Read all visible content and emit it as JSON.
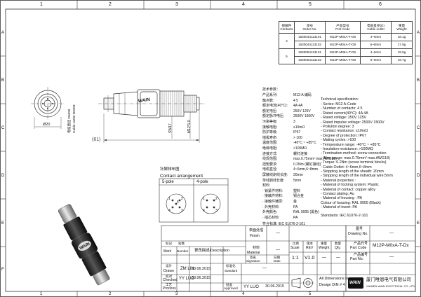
{
  "frame": {
    "columns": [
      "1",
      "2",
      "3",
      "4",
      "5",
      "6"
    ],
    "rows": [
      "A",
      "B",
      "C",
      "D",
      "E",
      "F"
    ]
  },
  "order_table": {
    "headers": [
      {
        "cn": "接触件",
        "en": "Contacts"
      },
      {
        "cn": "单号",
        "en": "Order No."
      },
      {
        "cn": "产品型号",
        "en": "Port Code"
      },
      {
        "cn": "电缆直径(D)",
        "en": "Cable outlet"
      },
      {
        "cn": "重量",
        "en": "Weight"
      }
    ],
    "rows": [
      {
        "contacts": "4",
        "order_no": "1630044113101",
        "code": "M12P-M04A-T-D6",
        "cable": "4~6mm",
        "weight": "18.1g"
      },
      {
        "contacts": "",
        "order_no": "1630044113102",
        "code": "M12P-M04A-T-D8",
        "cable": "6~8mm",
        "weight": "17.9g"
      },
      {
        "contacts": "5",
        "order_no": "1630054113101",
        "code": "M12P-M05A-T-D6",
        "cable": "4~6mm",
        "weight": "19.9g"
      },
      {
        "contacts": "",
        "order_no": "1630054113102",
        "code": "M12P-M05A-T-D8",
        "cable": "6~8mm",
        "weight": "19.7g"
      }
    ]
  },
  "drawing": {
    "dim_dia": "Ø20",
    "dim_sw": "SW17",
    "dim_thread": "M12*1.0",
    "dim_len": "(61)",
    "side_label_cn": "电缆直径 D6/D8",
    "side_label_en": "Cable outlet D6/D8",
    "brand": "WAIN"
  },
  "specs_cn": {
    "title": "技术参数：",
    "rows": [
      {
        "label": "产品系列:",
        "value": "M12-A 编码"
      },
      {
        "label": "触点数:",
        "value": "4            5"
      },
      {
        "label": "额定电流(40°C):",
        "value": "4A           4A"
      },
      {
        "label": "额定电压:",
        "value": "250V         125V"
      },
      {
        "label": "额定脉冲电压:",
        "value": "2500V        1500V"
      },
      {
        "label": "污染等级:",
        "value": "3"
      },
      {
        "label": "接触电阻:",
        "value": "≤10mΩ"
      },
      {
        "label": "防护等级:",
        "value": "IP67"
      },
      {
        "label": "插拔寿命:",
        "value": "> 100"
      },
      {
        "label": "温度范围:",
        "value": "-40°C ~ +85°C"
      },
      {
        "label": "绝缘电阻:",
        "value": ">100MΩ"
      },
      {
        "label": "连接方式:",
        "value": "螺钉连接"
      },
      {
        "label": "线规范围:",
        "value": "max.0.75mm² max.AWG18)"
      },
      {
        "label": "扭矩要求:",
        "value": "0.2Nm (螺钉接线)"
      },
      {
        "label": "电缆直径:",
        "value": "4~6mm,6~8mm"
      },
      {
        "label": "屏蔽线剥线长度:",
        "value": "20mm"
      },
      {
        "label": "单线剥线长度:",
        "value": "5mm"
      },
      {
        "label": "材料:",
        "value": ""
      },
      {
        "label": "· 锁紧件材料:",
        "value": "塑料"
      },
      {
        "label": "· 接触件材料:",
        "value": "铜合金"
      },
      {
        "label": "· 接触件镀层:",
        "value": "金"
      },
      {
        "label": "· 外壳材料:",
        "value": "PA"
      },
      {
        "label": "  外壳颜色:",
        "value": "RAL 9005 (黑色)"
      },
      {
        "label": "· 插芯材料:",
        "value": "PA"
      }
    ],
    "standard": "符合标准: IEC 61076-2-101"
  },
  "specs_en": {
    "title": "Technical specification:",
    "rows": [
      "- Series: M12 A-Code",
      "- Number of contacts:   4         5",
      "- Rated current(40°C):      4A        4A",
      "- Rated voltage:               250V      125V",
      "- Rated impulse voltage:   2500V    1500V",
      "- Pollution degree: 3",
      "- Contact resistance: ≤10mΩ",
      "- Degree of protection: IP67",
      "- Mating cycles: >100",
      "- Temperature range: -40°C ~ +85°C",
      "- Insulation resistance: >100MΩ",
      "- Termination method: screw connection",
      "- Wire gauge: max.0.75mm² max.AWG18)",
      "- Torque: 0.2Nm (screw terminal blocks)",
      "- Cable Outlet: 4~6mm,6~8mm",
      "- Stripping length of the sheath: 20mm",
      "- Stripping length of the individual wire:5mm",
      "- Material properties :",
      "  - Material of locking system: Plastic",
      "  - Material of contact: copper alloy",
      "  - Contact plating: Au",
      "  - Material of housing : PA",
      "    Colour of housing: RAL 9005 (Black)",
      "  - Material of insert: PA"
    ],
    "standard": "Standards: IEC 61076-2-101"
  },
  "contact": {
    "title_cn": "针脚排布图",
    "title_en": "Contact arrangement",
    "label5": "5-pole",
    "label4": "4-pole"
  },
  "title_block": {
    "drawing_no_label": "图号",
    "drawing_no_label_en": "Drawing No.",
    "drawing_no_value": "—",
    "part_code_label": "产品代号",
    "part_code_label_en": "Part Code",
    "part_code_value": "M12P-M0xA-T-Dx",
    "part_no_label": "产品编号",
    "part_no_label_en": "Part No.",
    "part_no_value": "—",
    "finish_label": "表面处理",
    "finish_label_en": "Finish",
    "finish_value": "—",
    "material_label": "材料",
    "material_label_en": "Material",
    "material_value": "—",
    "mark_label": "标记",
    "mark_label_en": "Mark",
    "number_label": "处数",
    "number_label_en": "Number",
    "desc_label": "更改描述/Description",
    "sig_label": "签名",
    "sig_label_en": "Signature",
    "date_label": "日期",
    "date_label_en": "Date",
    "drawn_label": "设计",
    "drawn_label_en": "Drawn",
    "drawn_name": "ZM LIN",
    "drawn_date": "30.06.2015",
    "checked_label": "校对",
    "checked_label_en": "Checked",
    "checked_name": "YY LUO",
    "checked_date": "30.06.2015",
    "process_label": "工艺",
    "process_label_en": "Process",
    "approved_label": "批准",
    "approved_label_en": "Approved",
    "approved_name": "YY LUO",
    "approved_date": "30.06.2015",
    "std_label": "标准化",
    "std_label_en": "Standard",
    "scale_label": "比例",
    "scale_label_en": "Scale",
    "scale_value": "1:1",
    "rev_label": "版本",
    "rev_label_en": "REV",
    "rev_value": "V1.0",
    "weight_label": "重量",
    "weight_label_en": "Weight",
    "qty_label": "数量",
    "qty_label_en": "Qty.",
    "dim_note": "All Dimensions in mm",
    "tol_note": "Design DIN # 4",
    "company_cn": "厦门唯恩电气有限公司",
    "company_en": "XIAMEN WAIN ELECTRICAL CO.,LTD",
    "logo": "WAIN",
    "dash": "—"
  },
  "colors": {
    "line": "#333333",
    "accent": "#1a1a1a"
  }
}
